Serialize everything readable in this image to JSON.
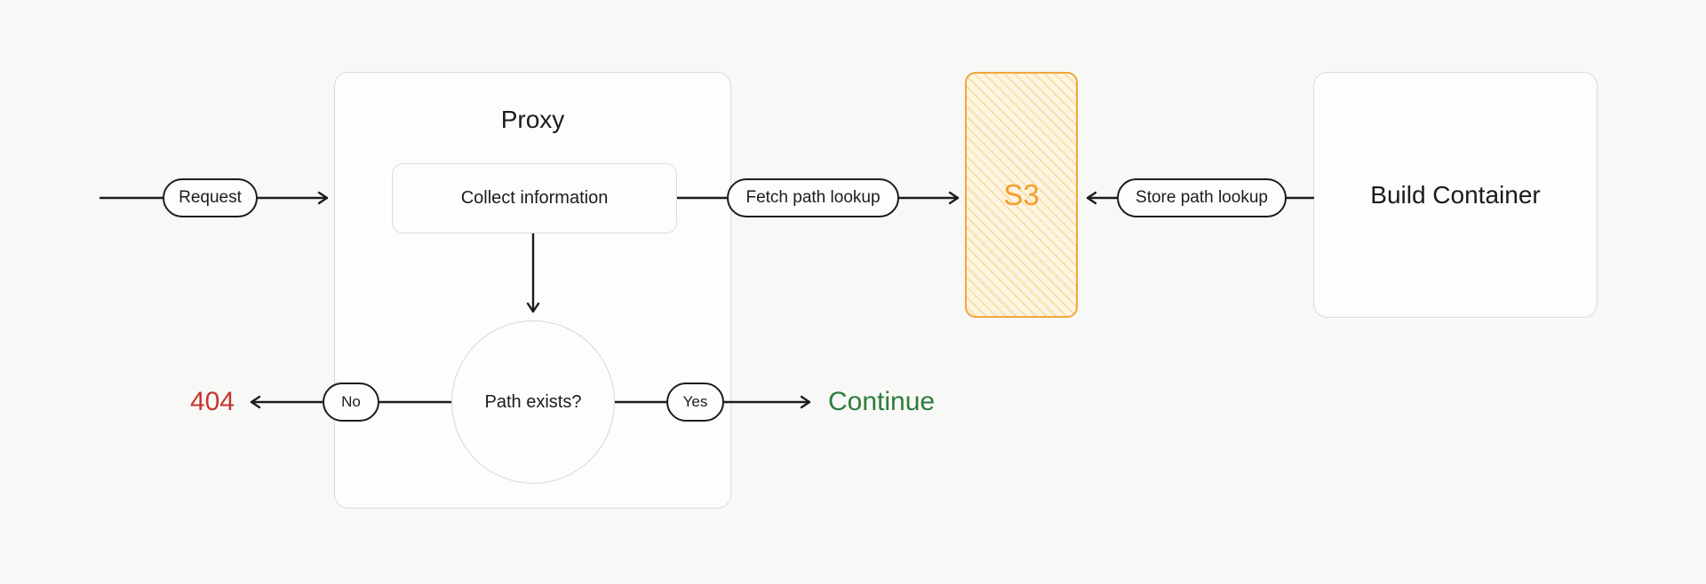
{
  "diagram": {
    "nodes": {
      "request": {
        "label": "Request"
      },
      "proxy": {
        "title": "Proxy"
      },
      "collect_information": {
        "label": "Collect information"
      },
      "path_exists": {
        "label": "Path exists?"
      },
      "no": {
        "label": "No"
      },
      "yes": {
        "label": "Yes"
      },
      "not_found": {
        "label": "404",
        "color": "#c5342d"
      },
      "continue": {
        "label": "Continue",
        "color": "#2e7d3b"
      },
      "fetch_path_lookup": {
        "label": "Fetch path lookup"
      },
      "s3": {
        "label": "S3",
        "accent": "#f59e2b",
        "fill": "#fdf5e1",
        "hatch": "#f8e2ab"
      },
      "store_path_lookup": {
        "label": "Store path lookup"
      },
      "build_container": {
        "label": "Build Container"
      }
    },
    "edges": [
      {
        "from": "start",
        "to": "request",
        "arrow": false
      },
      {
        "from": "request",
        "to": "proxy",
        "arrow": true
      },
      {
        "from": "collect_information",
        "to": "path_exists",
        "arrow": true
      },
      {
        "from": "path_exists",
        "via": "no",
        "to": "not_found",
        "arrow": true
      },
      {
        "from": "path_exists",
        "via": "yes",
        "to": "continue",
        "arrow": true
      },
      {
        "from": "collect_information",
        "via": "fetch_path_lookup",
        "to": "s3",
        "arrow": true
      },
      {
        "from": "build_container",
        "via": "store_path_lookup",
        "to": "s3",
        "arrow": true
      }
    ],
    "colors": {
      "background": "#f8f8f6",
      "stroke": "#1c1c1c",
      "frame_border": "#dadad7"
    }
  }
}
